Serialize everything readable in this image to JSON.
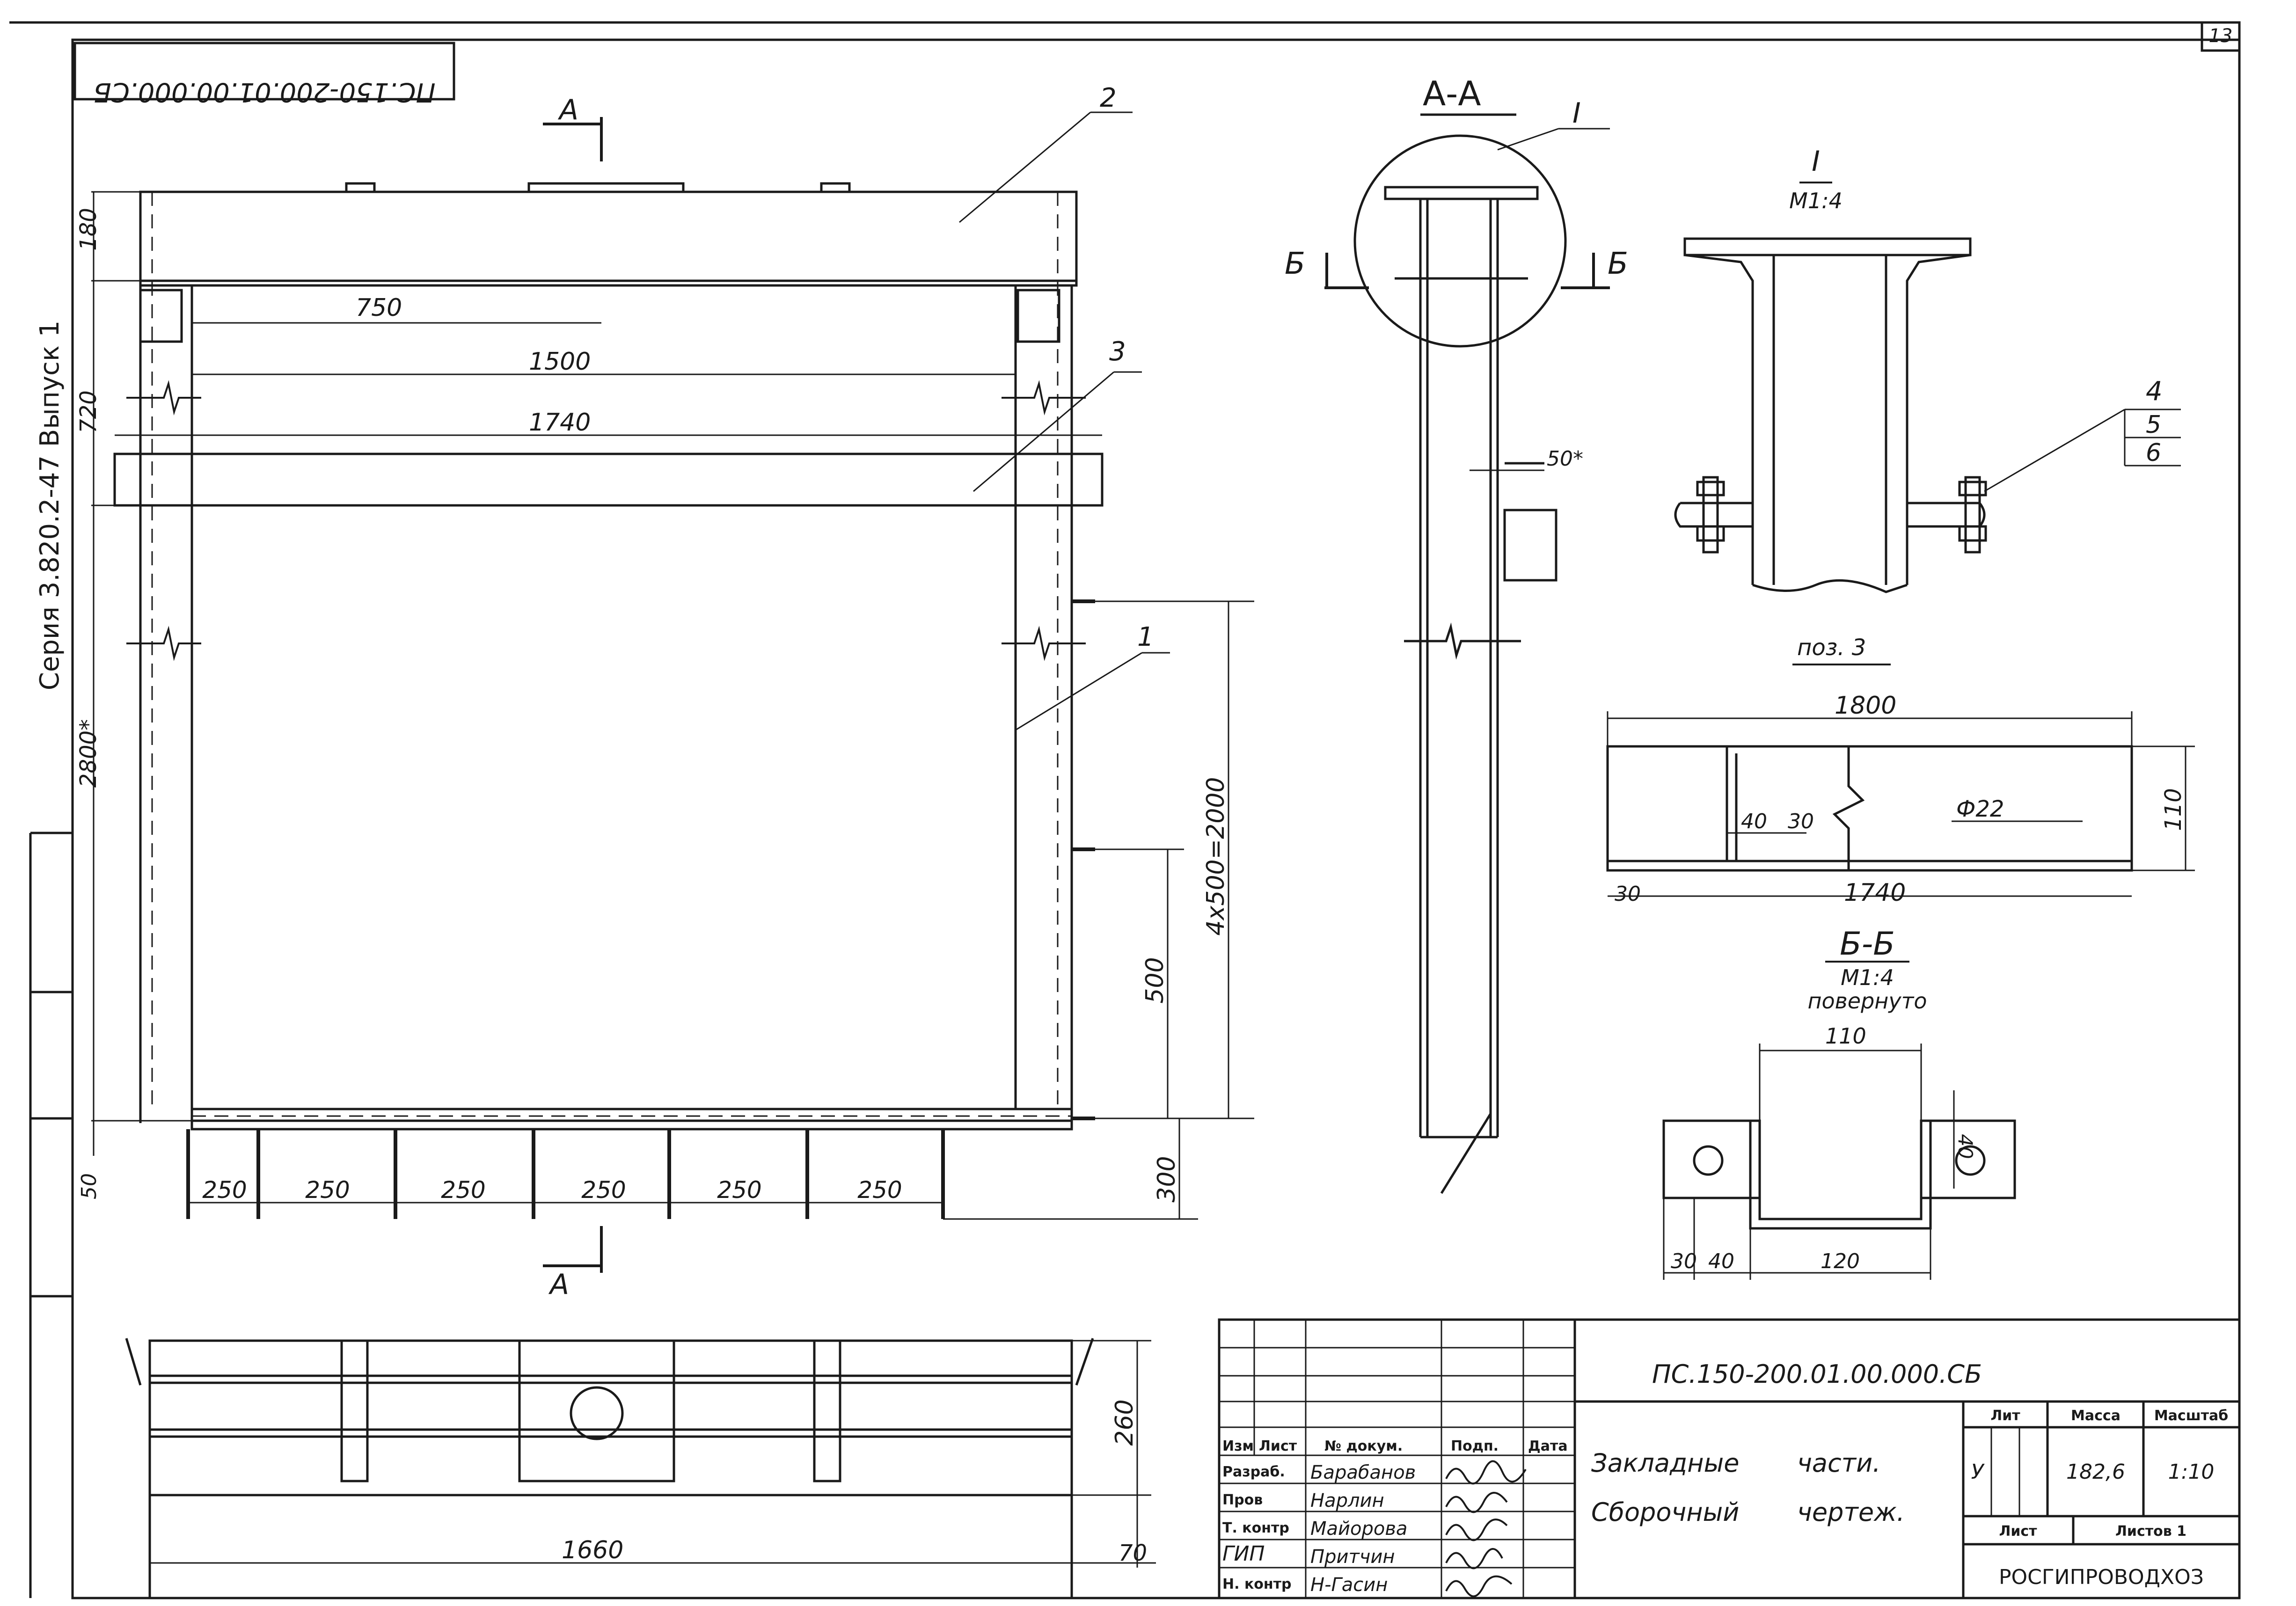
{
  "sheet": {
    "page_number": "13",
    "mirrored_code": "ПС.150-200.01.00.000.СБ",
    "series_label": "Серия 3.820.2-47 Выпуск 1"
  },
  "front_view": {
    "section_mark": "А",
    "leader_labels": [
      "2",
      "3",
      "1"
    ],
    "dims": {
      "d750": "750",
      "d1500": "1500",
      "d1740": "1740",
      "d180": "180",
      "d720": "720",
      "d2800": "2800*",
      "d50": "50",
      "d4x500": "4x500=2000",
      "d500": "500",
      "d300": "300",
      "spacing": [
        "250",
        "250",
        "250",
        "250",
        "250",
        "250"
      ]
    }
  },
  "plan_view": {
    "d1660": "1660",
    "d260": "260",
    "d70": "70"
  },
  "section_aa": {
    "title": "А-А",
    "callout": "I",
    "cut_mark": "Б",
    "dim_50": "50*"
  },
  "detail_i": {
    "title": "I",
    "scale": "М1:4",
    "parts": [
      "4",
      "5",
      "6"
    ]
  },
  "pos3": {
    "title": "поз. 3",
    "d1800": "1800",
    "d1740": "1740",
    "d110": "110",
    "d40": "40",
    "d30a": "30",
    "d30b": "30",
    "hole": "Ф22"
  },
  "section_bb": {
    "title": "Б-Б",
    "scale": "М1:4",
    "note": "повернуто",
    "d110": "110",
    "d40v": "40",
    "d30": "30",
    "d40": "40",
    "d120": "120"
  },
  "title_block": {
    "code": "ПС.150-200.01.00.000.СБ",
    "header": [
      "Изм",
      "Лист",
      "№ докум.",
      "Подп.",
      "Дата"
    ],
    "rows": [
      {
        "role": "Разраб.",
        "name": "Барабанов"
      },
      {
        "role": "Пров",
        "name": "Нарлин"
      },
      {
        "role": "Т. контр",
        "name": "Майорова"
      },
      {
        "role": "ГИП",
        "name": "Притчин"
      },
      {
        "role": "Н. контр",
        "name": "Н-Гасин"
      }
    ],
    "title_line1a": "Закладные",
    "title_line1b": "части.",
    "title_line2a": "Сборочный",
    "title_line2b": "чертеж.",
    "lit_header": "Лит",
    "mass_header": "Масса",
    "scale_header": "Масштаб",
    "lit": "У",
    "mass": "182,6",
    "scale": "1:10",
    "sheet_label": "Лист",
    "sheets_label": "Листов 1",
    "org": "РОСГИПРОВОДХОЗ"
  }
}
